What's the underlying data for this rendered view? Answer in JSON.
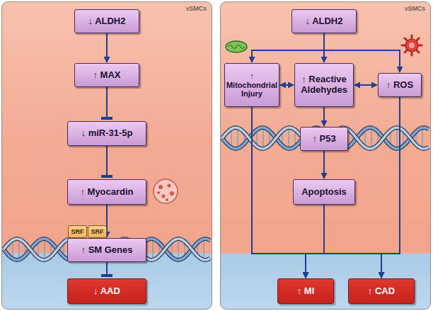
{
  "diagram": {
    "nodes": [
      {
        "text": [
          "vSMCs"
        ]
      },
      {
        "text": [
          "↓ ALDH2"
        ],
        "in": 0
      },
      {
        "text": [
          "↑ MAX"
        ],
        "in": 0
      },
      {
        "text": [
          "↓ miR-31-5p"
        ],
        "in": 0
      },
      {
        "text": [
          "↑ Myocardin"
        ],
        "in": 0
      },
      {
        "text": [
          "SRF"
        ],
        "in": 0
      },
      {
        "text": [
          "SRF"
        ],
        "in": 0
      },
      {
        "text": [
          "↑ SM Genes"
        ],
        "in": 0
      },
      {
        "text": [
          "↓ AAD"
        ],
        "in": 0
      },
      {
        "text": [
          "vSMCs"
        ]
      },
      {
        "text": [
          "↓ ALDH2"
        ],
        "in": 9
      },
      {
        "text": [
          "↑ Mitochondrial Injury"
        ],
        "in": 9
      },
      {
        "text": [
          "↑ Reactive Aldehydes"
        ],
        "in": 9
      },
      {
        "text": [
          "↑ ROS"
        ],
        "in": 9
      },
      {
        "text": [
          "↑ P53"
        ],
        "in": 9
      },
      {
        "text": [
          "Apoptosis"
        ],
        "in": 9
      },
      {
        "text": [
          "↑ MI"
        ],
        "in": 9
      },
      {
        "text": [
          "↑ CAD"
        ],
        "in": 9
      }
    ],
    "edges": [
      {
        "from": 1,
        "to": 2,
        "arrow": "to"
      },
      {
        "from": 2,
        "to": 3,
        "arrow": "to"
      },
      {
        "from": 3,
        "to": 4,
        "arrow": "to"
      },
      {
        "from": 4,
        "to": 7,
        "arrow": "to"
      },
      {
        "from": 7,
        "to": 8,
        "arrow": "to"
      },
      {
        "from": 10,
        "to": 11,
        "arrow": "to"
      },
      {
        "from": 10,
        "to": 12,
        "arrow": "to"
      },
      {
        "from": 10,
        "to": 13,
        "arrow": "to"
      },
      {
        "from": 11,
        "to": 12,
        "arrow": "both"
      },
      {
        "from": 12,
        "to": 13,
        "arrow": "both"
      },
      {
        "from": 12,
        "to": 14,
        "arrow": "to"
      },
      {
        "from": 14,
        "to": 15,
        "arrow": "to"
      },
      {
        "from": 11,
        "to": 16,
        "arrow": "to"
      },
      {
        "from": 11,
        "to": 17,
        "arrow": "to"
      },
      {
        "from": 15,
        "to": 16,
        "arrow": "to"
      },
      {
        "from": 15,
        "to": 17,
        "arrow": "to"
      },
      {
        "from": 13,
        "to": 16,
        "arrow": "to"
      },
      {
        "from": 13,
        "to": 17,
        "arrow": "to"
      }
    ]
  }
}
